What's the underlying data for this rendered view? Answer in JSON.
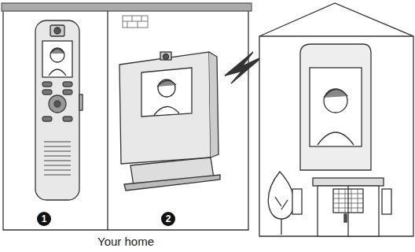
{
  "diagram": {
    "labels": [
      "1",
      "2",
      "Your home"
    ]
  }
}
